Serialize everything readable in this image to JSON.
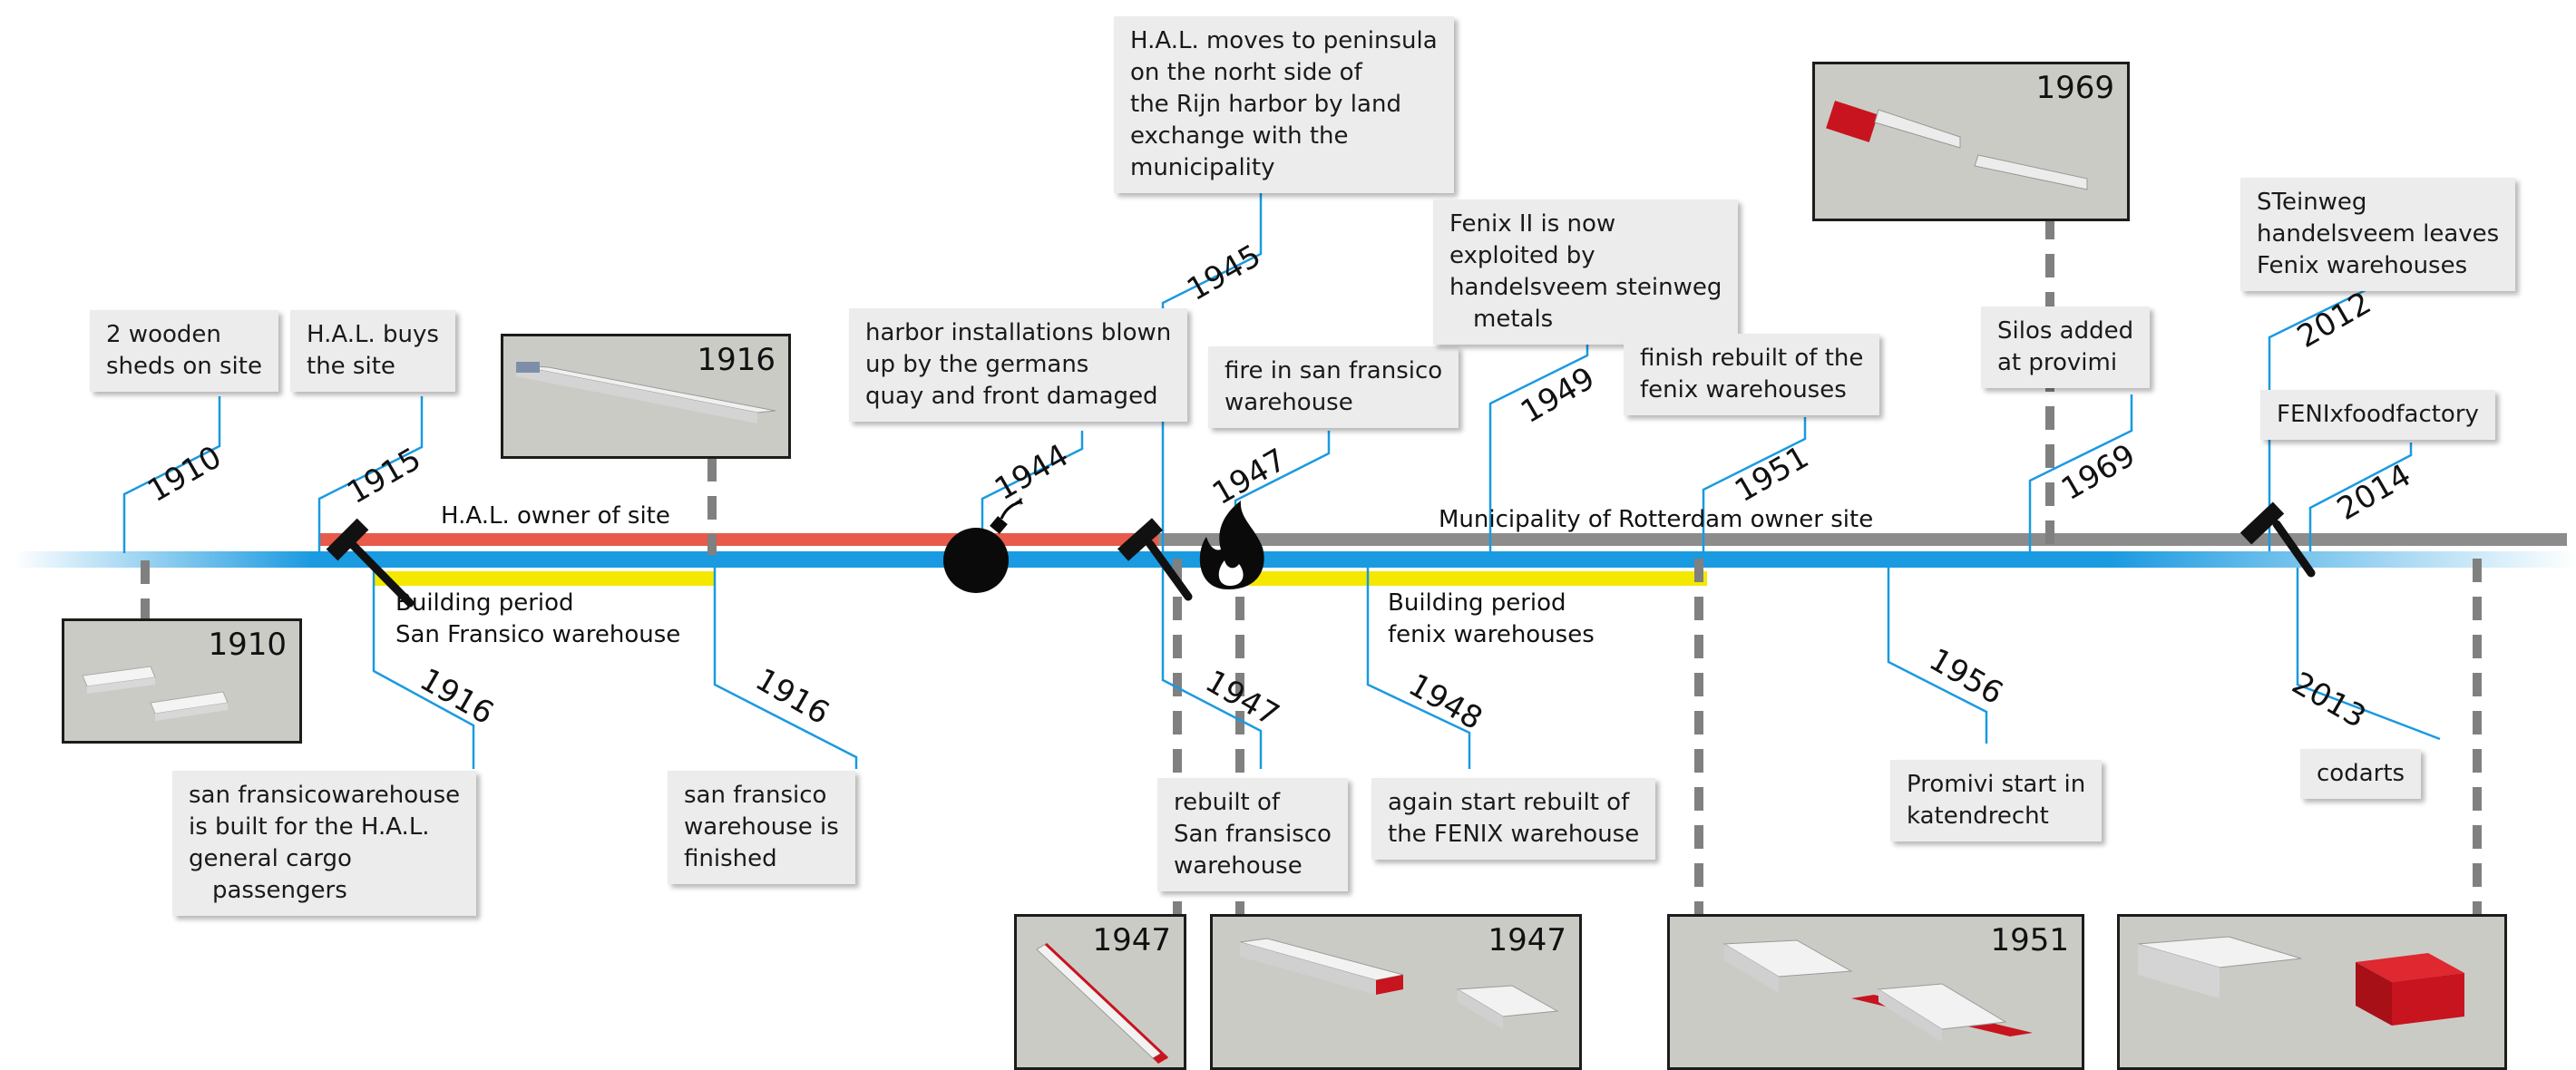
{
  "colors": {
    "timeline_blue": "#1a9ae0",
    "owner_hal": "#e85a4a",
    "owner_municipality": "#8c8c8c",
    "building_period": "#f5e800",
    "leader": "#1a9ae0",
    "dashed": "#808080",
    "box_bg": "#ececec",
    "thumb_bg": "#cbcbc6",
    "building_red": "#c8141e"
  },
  "periods": {
    "hal_owner": "H.A.L. owner of site",
    "municipality_owner": "Municipality of Rotterdam owner site",
    "building_sf": [
      "Building period",
      "San Fransico warehouse"
    ],
    "building_fenix": [
      "Building period",
      "fenix warehouses"
    ]
  },
  "events": [
    {
      "id": "1910a",
      "year": "1910",
      "text": [
        "2 wooden",
        "sheds on site"
      ]
    },
    {
      "id": "1915",
      "year": "1915",
      "text": [
        "H.A.L. buys",
        "the site"
      ]
    },
    {
      "id": "1916a",
      "year": "1916",
      "text": [
        "san fransicowarehouse",
        "is built for the H.A.L.",
        "general cargo",
        "passengers"
      ]
    },
    {
      "id": "1916b",
      "year": "1916",
      "text": [
        "san fransico",
        "warehouse is",
        "finished"
      ]
    },
    {
      "id": "1944",
      "year": "1944",
      "text": [
        "harbor installations blown",
        "up by the germans",
        "quay and front damaged"
      ]
    },
    {
      "id": "1945",
      "year": "1945",
      "text": [
        "H.A.L. moves to peninsula",
        "on the norht side of",
        "the Rijn harbor by land",
        "exchange with the",
        "municipality"
      ]
    },
    {
      "id": "1947a",
      "year": "1947",
      "text": [
        "fire in san fransico",
        "warehouse"
      ]
    },
    {
      "id": "1947b",
      "year": "1947",
      "text": [
        "rebuilt of",
        "San fransisco",
        "warehouse"
      ]
    },
    {
      "id": "1948",
      "year": "1948",
      "text": [
        "again start rebuilt of",
        "the FENIX warehouse"
      ]
    },
    {
      "id": "1949",
      "year": "1949",
      "text": [
        "Fenix II is now",
        "exploited by",
        "handelsveem steinweg",
        "metals"
      ]
    },
    {
      "id": "1951",
      "year": "1951",
      "text": [
        "finish rebuilt of the",
        "fenix warehouses"
      ]
    },
    {
      "id": "1956",
      "year": "1956",
      "text": [
        "Promivi start in",
        "katendrecht"
      ]
    },
    {
      "id": "1969",
      "year": "1969",
      "text": [
        "Silos added",
        "at provimi"
      ]
    },
    {
      "id": "2012",
      "year": "2012",
      "text": [
        "STeinweg",
        "handelsveem leaves",
        "Fenix warehouses"
      ]
    },
    {
      "id": "2013",
      "year": "2013",
      "text": [
        "codarts"
      ]
    },
    {
      "id": "2014",
      "year": "2014",
      "text": [
        "FENIxfoodfactory"
      ]
    }
  ],
  "thumbnails": [
    {
      "id": "t1910",
      "year": "1910"
    },
    {
      "id": "t1916",
      "year": "1916"
    },
    {
      "id": "t1969",
      "year": "1969"
    },
    {
      "id": "t1947a",
      "year": "1947"
    },
    {
      "id": "t1947b",
      "year": "1947"
    },
    {
      "id": "t1951",
      "year": "1951"
    },
    {
      "id": "t2014",
      "year": ""
    }
  ],
  "icons": [
    "hammer-icon",
    "bomb-icon",
    "hammer-icon",
    "fire-icon",
    "hammer-icon"
  ]
}
